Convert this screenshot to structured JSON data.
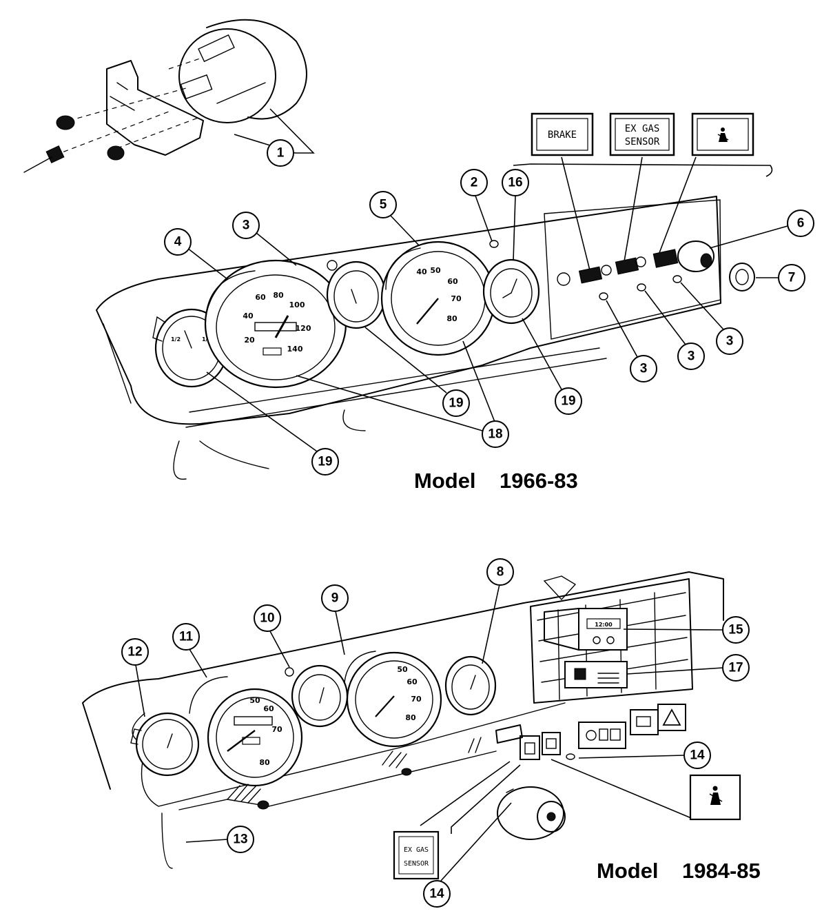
{
  "sections": {
    "top_caption": "Model    1966-83",
    "bottom_caption": "Model    1984-85"
  },
  "labels": {
    "brake": "BRAKE",
    "ex_gas_line1": "EX GAS",
    "ex_gas_line2": "SENSOR"
  },
  "callouts": {
    "c1": "1",
    "c2": "2",
    "c3a": "3",
    "c3b": "3",
    "c3c": "3",
    "c3d": "3",
    "c4": "4",
    "c5": "5",
    "c6": "6",
    "c7": "7",
    "c16": "16",
    "c18": "18",
    "c19a": "19",
    "c19b": "19",
    "c19c": "19",
    "c8": "8",
    "c9": "9",
    "c10": "10",
    "c11": "11",
    "c12": "12",
    "c13": "13",
    "c14a": "14",
    "c14b": "14",
    "c15": "15",
    "c17": "17"
  },
  "gauge_marks": {
    "speedo_old": [
      "80",
      "100",
      "120",
      "140",
      "60",
      "40",
      "20"
    ],
    "tach_old": [
      "40",
      "50",
      "60",
      "70",
      "80"
    ],
    "speedo_new": [
      "50",
      "60",
      "70",
      "80"
    ],
    "tach_new": [
      "50",
      "60",
      "70",
      "80"
    ],
    "clock_readout": "12:00"
  },
  "icons": [
    "seat-belt-icon",
    "hazard-triangle-icon",
    "rear-defrost-icon",
    "seat-heat-icon"
  ]
}
